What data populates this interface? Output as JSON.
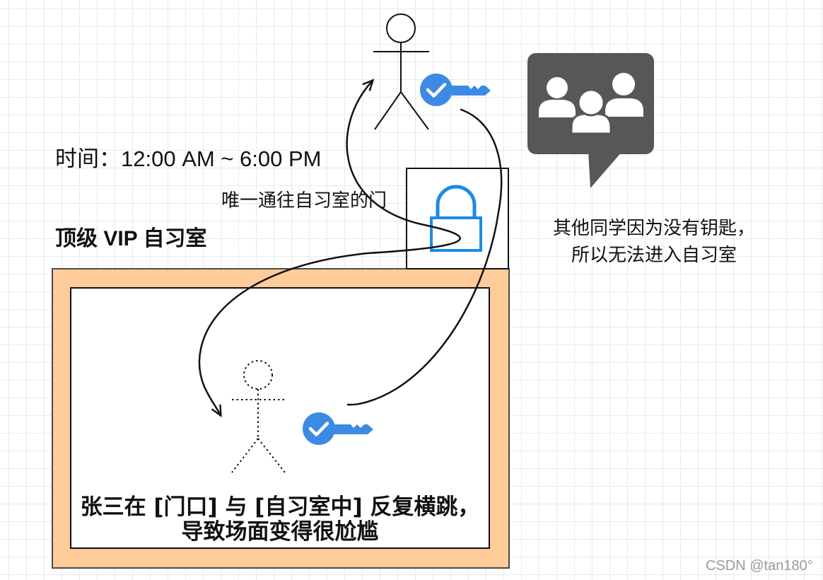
{
  "texts": {
    "time_label": "时间：12:00 AM ~ 6:00 PM",
    "door_label": "唯一通往自习室的门",
    "room_title": "顶级 VIP 自习室",
    "caption_line1": "张三在 [门口] 与 [自习室中] 反复横跳，",
    "caption_line2": "导致场面变得很尬尴",
    "note_line1": "其他同学因为没有钥匙，",
    "note_line2": "所以无法进入自习室",
    "watermark": "CSDN @tan180°"
  },
  "icons": {
    "outside_person": "person-icon",
    "inside_person": "person-dotted-icon",
    "keys": "key-check-icon",
    "door_lock": "lock-icon",
    "other_students": "user-group-chat-icon"
  },
  "colors": {
    "room_fill": "#FFCC99",
    "key_blue": "#3D8AE6",
    "lock_blue": "#1A8CE3",
    "bubble_gray": "#575757"
  }
}
